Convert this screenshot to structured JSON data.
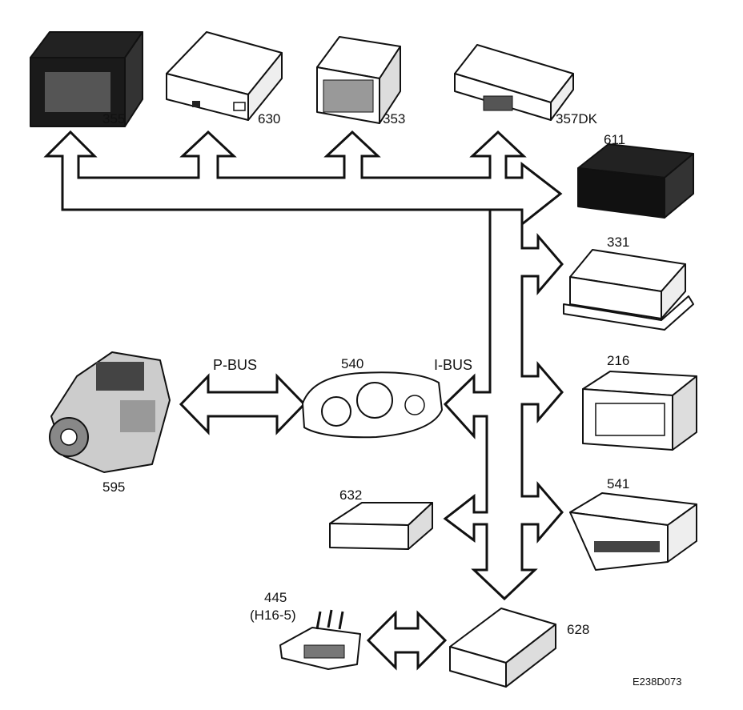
{
  "buses": {
    "p_bus": "P-BUS",
    "i_bus": "I-BUS"
  },
  "modules": {
    "m355": "355",
    "m630": "630",
    "m353": "353",
    "m357": "357DK",
    "m611": "611",
    "m331": "331",
    "m216": "216",
    "m541": "541",
    "m540": "540",
    "m595": "595",
    "m632": "632",
    "m628": "628",
    "m445": "445",
    "m445_sub": "(H16-5)"
  },
  "figure_ref": "E238D073"
}
